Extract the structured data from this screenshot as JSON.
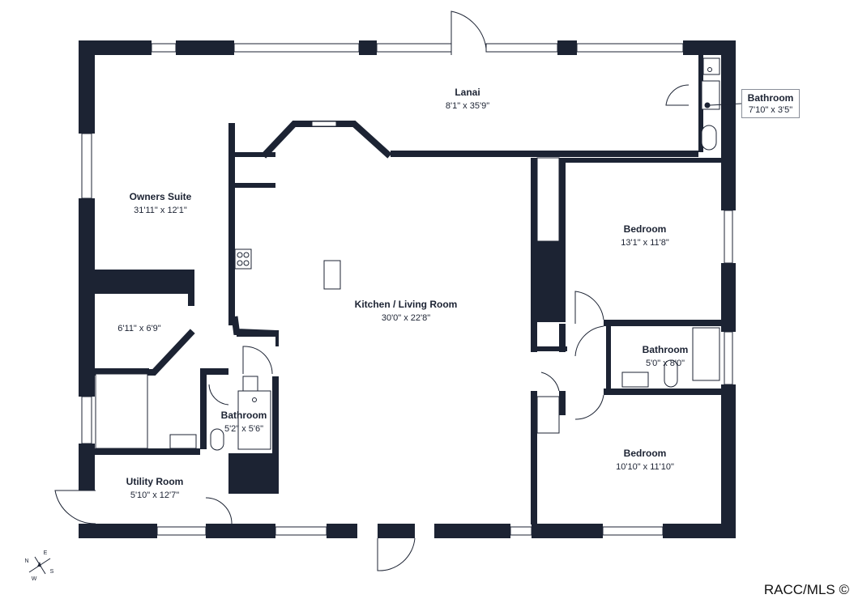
{
  "rooms": {
    "lanai": {
      "name": "Lanai",
      "dims": "8'1\" x 35'9\""
    },
    "owners": {
      "name": "Owners Suite",
      "dims": "31'11\" x 12'1\""
    },
    "closet": {
      "name": "",
      "dims": "6'11\" x 6'9\""
    },
    "utility": {
      "name": "Utility Room",
      "dims": "5'10\" x 12'7\""
    },
    "bath_small": {
      "name": "Bathroom",
      "dims": "5'2\" x 5'6\""
    },
    "kitchen": {
      "name": "Kitchen / Living  Room",
      "dims": "30'0\" x 22'8\""
    },
    "bedroom1": {
      "name": "Bedroom",
      "dims": "13'1\" x 11'8\""
    },
    "bath_mid": {
      "name": "Bathroom",
      "dims": "5'0\" x 8'0\""
    },
    "bedroom2": {
      "name": "Bedroom",
      "dims": "10'10\" x 11'10\""
    }
  },
  "callout": {
    "name": "Bathroom",
    "dims": "7'10\" x 3'5\""
  },
  "compass": {
    "n": "N",
    "e": "E",
    "s": "S",
    "w": "W"
  },
  "credit": "RACC/MLS ©",
  "colors": {
    "wall": "#1c2333",
    "line": "#1c2333",
    "background": "#ffffff"
  }
}
